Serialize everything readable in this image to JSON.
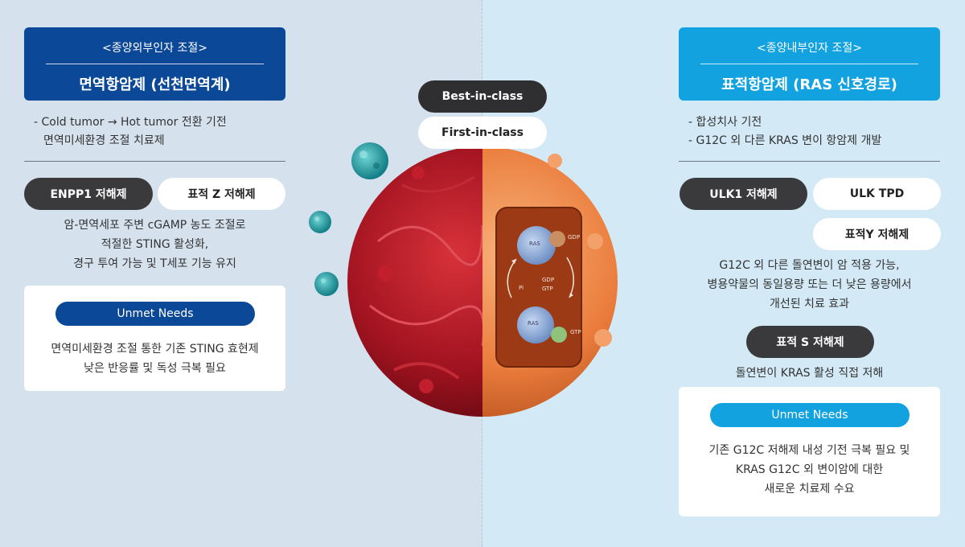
{
  "left": {
    "header_sub": "<종양외부인자 조절>",
    "header_title": "면역항암제 (선천면역계)",
    "bullets": [
      "- Cold tumor → Hot tumor 전환 기전",
      "면역미세환경 조절 치료제"
    ],
    "pill_dark": "ENPP1 저해제",
    "pill_white": "표적 Z 저해제",
    "desc": [
      "암-면역세포 주변 cGAMP 농도 조절로",
      "적절한 STING 활성화,",
      "경구 투여 가능 및 T세포 기능 유지"
    ],
    "unmet_label": "Unmet Needs",
    "unmet_text": [
      "면역미세환경 조절 통한 기존 STING 효현제",
      "낮은 반응률 및 독성 극복 필요"
    ]
  },
  "center": {
    "best": "Best-in-class",
    "first": "First-in-class",
    "cell_labels": {
      "ras_top": "RAS",
      "gdp_top": "GDP",
      "pi": "Pi",
      "gdp": "GDP",
      "gtp": "GTP",
      "ras_bottom": "RAS",
      "gtp_bottom": "GTP"
    }
  },
  "right": {
    "header_sub": "<종양내부인자 조절>",
    "header_title": "표적항암제 (RAS 신호경로)",
    "bullets": [
      "- 합성치사 기전",
      "- G12C 외 다른 KRAS 변이 항암제 개발"
    ],
    "pill_dark": "ULK1 저해제",
    "pill_white": "ULK TPD",
    "pill_white2": "표적Y 저해제",
    "desc": [
      "G12C 외 다른 돌연변이 암 적용 가능,",
      "병용약물의 동일용량 또는 더 낮은 용량에서",
      "개선된 치료 효과"
    ],
    "pill_s": "표적 S 저해제",
    "desc_s": "돌연변이 KRAS 활성 직접 저해",
    "unmet_label": "Unmet Needs",
    "unmet_text": [
      "기존 G12C 저해제 내성 기전 극복 필요 및",
      "KRAS G12C 외 변이암에 대한",
      "새로운 치료제 수요"
    ]
  },
  "colors": {
    "navy": "#0b4898",
    "sky": "#11a2df",
    "dark_pill": "#3a3a3c"
  }
}
